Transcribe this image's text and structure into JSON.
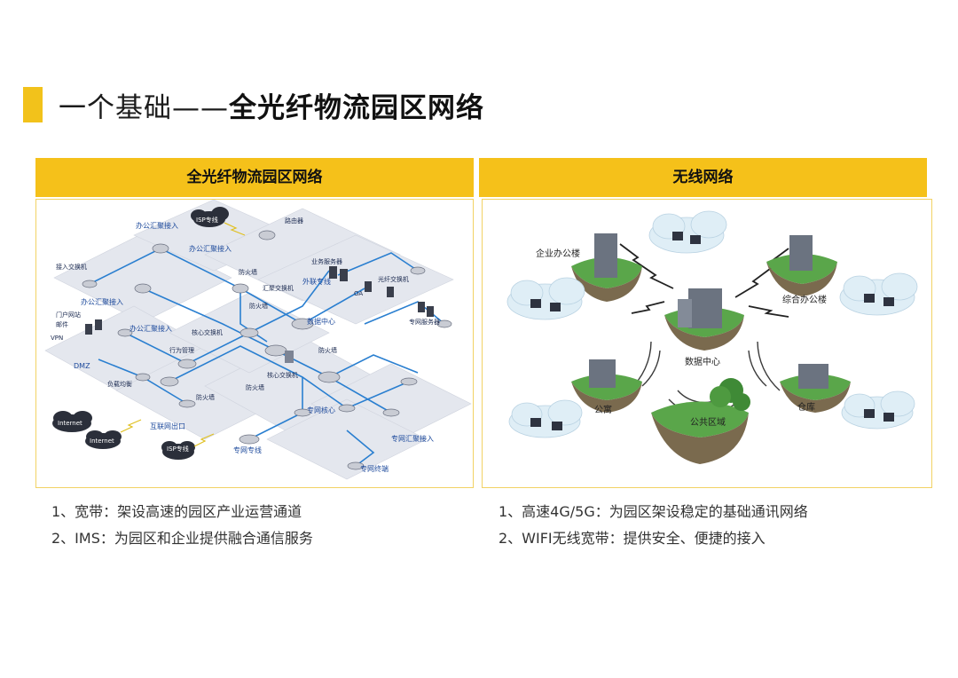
{
  "title": {
    "light": "一个基础——",
    "bold": "全光纤物流园区网络"
  },
  "left_panel": {
    "header": "全光纤物流园区网络",
    "labels": {
      "isp1": "ISP专线",
      "isp2": "ISP专线",
      "internet1": "Internet",
      "internet2": "Internet",
      "office_agg1": "办公汇聚接入",
      "office_agg2": "办公汇聚接入",
      "office_agg3": "办公汇聚接入",
      "office_agg4": "办公汇聚接入",
      "dmz": "DMZ",
      "internet_exit": "互联网出口",
      "core": "核心交换机",
      "datacenter": "数据中心",
      "private_core": "专网核心",
      "private_agg": "专网汇聚接入",
      "private_line": "专网专线",
      "external_line": "外联专线",
      "oa": "OA",
      "vpn": "VPN",
      "mail": "邮件",
      "portal": "门户网站",
      "firewall1": "防火墙",
      "firewall2": "防火墙",
      "firewall3": "防火墙",
      "firewall4": "防火墙",
      "firewall5": "防火墙",
      "access_sw": "接入交换机",
      "agg_sw": "汇聚交换机",
      "biz_server": "业务服务器",
      "fiber_sw": "光纤交换机",
      "private_server": "专网服务器",
      "behavior": "行为管理",
      "lb": "负载均衡",
      "core_sw2": "核心交换机",
      "private_terminal": "专网终端",
      "router": "路由器"
    }
  },
  "right_panel": {
    "header": "无线网络",
    "labels": {
      "enterprise_office": "企业办公楼",
      "complex_office": "综合办公楼",
      "datacenter": "数据中心",
      "apartment": "公寓",
      "warehouse": "仓库",
      "public_area": "公共区域"
    }
  },
  "notes_left": [
    "1、宽带：架设高速的园区产业运营通道",
    "2、IMS：为园区和企业提供融合通信服务"
  ],
  "notes_right": [
    "1、高速4G/5G：为园区架设稳定的基础通讯网络",
    "2、WIFI无线宽带：提供安全、便捷的接入"
  ],
  "colors": {
    "accent": "#f5c11a",
    "link": "#2a7fd0",
    "tile": "#e6e8ee",
    "grass": "#5aa64a",
    "cloud": "#dfeef6"
  },
  "icons": [
    "cloud-icon",
    "router-icon",
    "server-icon",
    "building-icon",
    "computer-icon",
    "wireless-signal-icon"
  ]
}
